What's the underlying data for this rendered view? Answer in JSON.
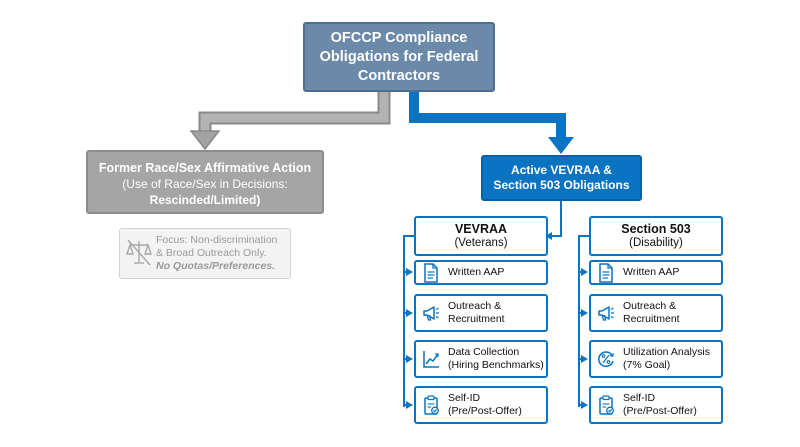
{
  "root": {
    "title": "OFCCP Compliance Obligations for Federal Contractors"
  },
  "former": {
    "title": "Former Race/Sex Affirmative Action",
    "subtitle": "(Use of Race/Sex in Decisions:",
    "status": "Rescinded/Limited)"
  },
  "focus": {
    "line1": "Focus: Non-discrimination",
    "line2": "& Broad Outreach Only.",
    "emphasis": "No Quotas/Preferences.",
    "icon": "scales-prohibited-icon"
  },
  "active": {
    "title_line1": "Active VEVRAA &",
    "title_line2": "Section 503 Obligations"
  },
  "vevraa": {
    "title": "VEVRAA",
    "subtitle": "(Veterans)",
    "items": [
      {
        "line1": "Written AAP",
        "line2": "",
        "icon": "document-icon"
      },
      {
        "line1": "Outreach &",
        "line2": "Recruitment",
        "icon": "megaphone-icon"
      },
      {
        "line1": "Data Collection",
        "line2": "(Hiring Benchmarks)",
        "icon": "line-chart-icon"
      },
      {
        "line1": "Self-ID",
        "line2": "(Pre/Post-Offer)",
        "icon": "clipboard-check-icon"
      }
    ]
  },
  "section503": {
    "title": "Section 503",
    "subtitle": "(Disability)",
    "items": [
      {
        "line1": "Written AAP",
        "line2": "",
        "icon": "document-icon"
      },
      {
        "line1": "Outreach &",
        "line2": "Recruitment",
        "icon": "megaphone-icon"
      },
      {
        "line1": "Utilization Analysis",
        "line2": "(7% Goal)",
        "icon": "percent-circle-icon"
      },
      {
        "line1": "Self-ID",
        "line2": "(Pre/Post-Offer)",
        "icon": "clipboard-check-icon"
      }
    ]
  },
  "colors": {
    "root": "#6b8aaa",
    "former": "#a5a5a5",
    "active": "#0a73c2",
    "connector_gray": "#9e9e9e",
    "connector_blue": "#0a73c2"
  }
}
